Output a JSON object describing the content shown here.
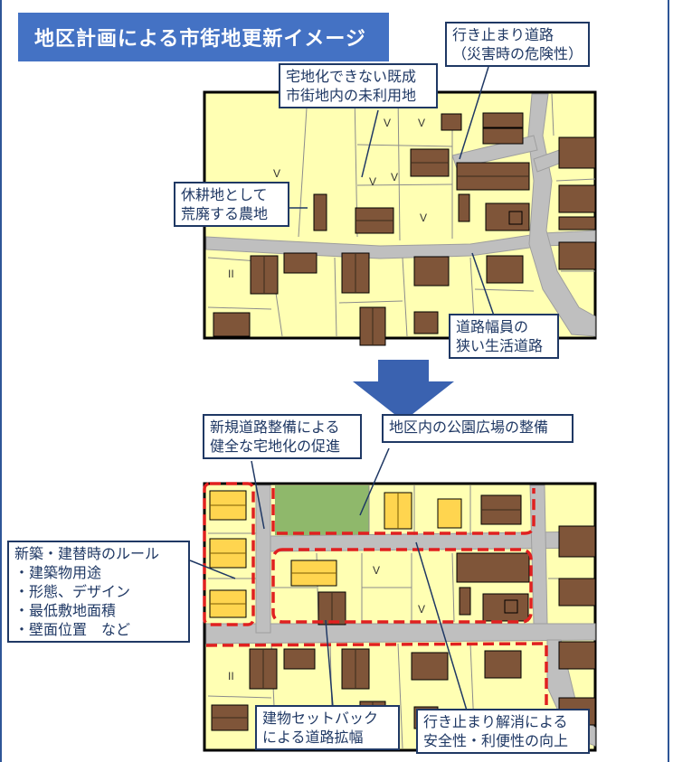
{
  "title": "地区計画による市街地更新イメージ",
  "top_map": {
    "callouts": {
      "dead_end": "行き止まり道路\n（災害時の危険性）",
      "unused_land": "宅地化できない既成\n市街地内の未利用地",
      "fallow": "休耕地として\n荒廃する農地",
      "narrow_road": "道路幅員の\n狭い生活道路"
    },
    "field_symbols": [
      "V",
      "V",
      "V",
      "V",
      "V",
      "V",
      "II"
    ]
  },
  "bottom_map": {
    "callouts": {
      "new_road": "新規道路整備による\n健全な宅地化の促進",
      "park": "地区内の公園広場の整備",
      "rules": "新築・建替時のルール\n・建築物用途\n・形態、デザイン\n・最低敷地面積\n・壁面位置　など",
      "setback": "建物セットバック\nによる道路拡幅",
      "dead_end_fix": "行き止まり解消による\n安全性・利便性の向上"
    },
    "field_symbols": [
      "V",
      "V",
      "II"
    ]
  },
  "colors": {
    "title_bg": "#4472c4",
    "frame": "#2e5597",
    "land": "#ffffb3",
    "road": "#bfbfbf",
    "building": "#7f5539",
    "new_building": "#ffd54f",
    "park": "#8fb86b",
    "district_boundary": "#e02020",
    "arrow": "#3a62b0"
  }
}
